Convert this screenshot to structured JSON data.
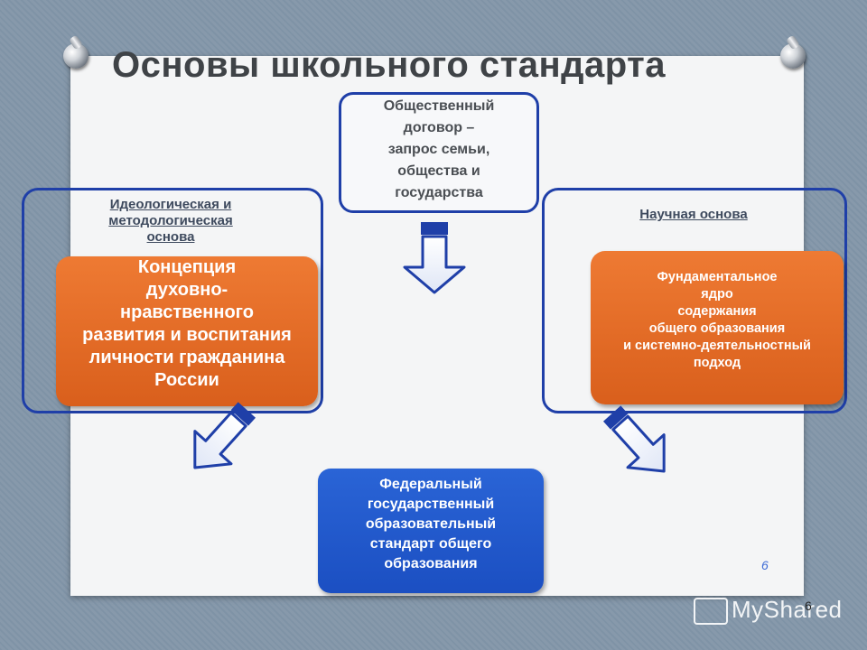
{
  "title": "Основы школьного стандарта",
  "center_top": [
    "Общественный",
    "договор –",
    "запрос семьи,",
    "общества и",
    "государства"
  ],
  "left": {
    "label": [
      "Идеологическая и",
      "методологическая",
      "основа"
    ],
    "box": [
      "Концепция",
      "духовно-",
      "нравственного",
      "развития и воспитания",
      "личности гражданина",
      "России"
    ]
  },
  "right": {
    "label": "Научная основа",
    "box": [
      "Фундаментальное",
      "ядро",
      "содержания",
      "общего образования",
      "и системно-деятельностный",
      "подход"
    ]
  },
  "bottom": [
    "Федеральный",
    "государственный",
    "образовательный",
    "стандарт общего",
    "образования"
  ],
  "page_number": "6",
  "page_number_secondary": "6",
  "watermark": "MyShared",
  "colors": {
    "outline": "#1f3fa8",
    "orange": "#e06a26",
    "blue": "#1f55c9"
  }
}
